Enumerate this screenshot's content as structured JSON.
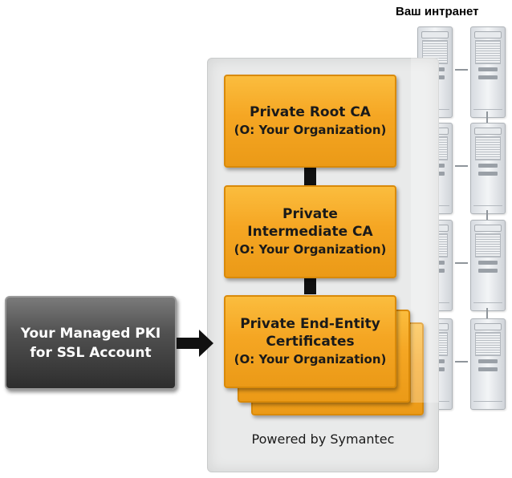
{
  "intranet_title": "Ваш интранет",
  "hierarchy": {
    "root_ca": {
      "line1": "Private Root CA",
      "line2": "(O: Your Organization)"
    },
    "intermediate_ca": {
      "line1": "Private",
      "line2": "Intermediate CA",
      "line3": "(O: Your Organization)"
    },
    "end_entity": {
      "line1": "Private End-Entity",
      "line2": "Certificates",
      "line3": "(O: Your Organization)"
    }
  },
  "account": {
    "line1": "Your Managed PKI",
    "line2": "for SSL Account"
  },
  "powered_by": "Powered by Symantec",
  "colors": {
    "ca_orange": "#f5a623",
    "account_gray": "#505050",
    "panel_gray": "#e9eaea"
  },
  "icons": {
    "servers": "server-icon",
    "arrow": "arrow-right-icon"
  }
}
